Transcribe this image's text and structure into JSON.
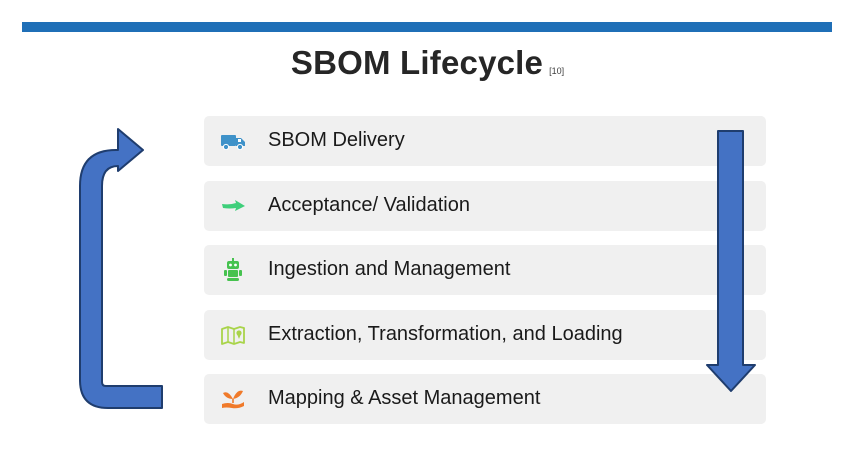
{
  "header": {
    "title": "SBOM Lifecycle",
    "citation": "[10]"
  },
  "steps": [
    {
      "label": "SBOM Delivery",
      "icon": "delivery-truck-icon",
      "color": "#3f92c9"
    },
    {
      "label": "Acceptance/ Validation",
      "icon": "arrow-right-icon",
      "color": "#3ecf7a"
    },
    {
      "label": "Ingestion and Management",
      "icon": "robot-icon",
      "color": "#46c24f"
    },
    {
      "label": "Extraction, Transformation, and Loading",
      "icon": "map-pin-icon",
      "color": "#a9d44a"
    },
    {
      "label": "Mapping & Asset Management",
      "icon": "hand-plant-icon",
      "color": "#f07a2a"
    }
  ],
  "colors": {
    "accent_bar": "#1f6fb7",
    "arrow_fill": "#4472c4",
    "arrow_stroke": "#1f3d6e",
    "step_background": "#f0f0f0"
  }
}
